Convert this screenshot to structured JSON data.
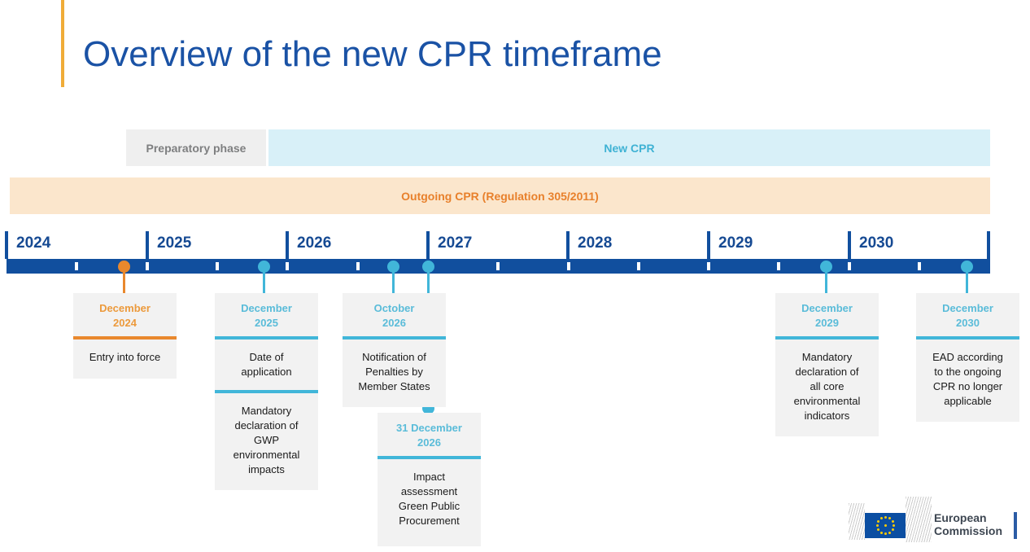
{
  "title": "Overview of the new CPR timeframe",
  "phases": {
    "preparatory": "Preparatory phase",
    "new_cpr": "New CPR",
    "outgoing": "Outgoing CPR (Regulation 305/2011)"
  },
  "timeline": {
    "years": [
      "2024",
      "2025",
      "2026",
      "2027",
      "2028",
      "2029",
      "2030"
    ],
    "events": [
      {
        "date": "December\n2024",
        "accent": "orange",
        "items": [
          "Entry into force"
        ]
      },
      {
        "date": "December\n2025",
        "accent": "cyan",
        "items": [
          "Date of\napplication",
          "Mandatory\ndeclaration of\nGWP\nenvironmental\nimpacts"
        ]
      },
      {
        "date": "October\n2026",
        "accent": "cyan",
        "items": [
          "Notification of\nPenalties by\nMember States"
        ]
      },
      {
        "date": "31 December\n2026",
        "accent": "cyan",
        "items": [
          "Impact\nassessment\nGreen Public\nProcurement"
        ]
      },
      {
        "date": "December\n2029",
        "accent": "cyan",
        "items": [
          "Mandatory\ndeclaration of\nall core\nenvironmental\nindicators"
        ]
      },
      {
        "date": "December\n2030",
        "accent": "cyan",
        "items": [
          "EAD according\nto the ongoing\nCPR no longer\napplicable"
        ]
      }
    ]
  },
  "colors": {
    "title_blue": "#1A52A5",
    "timeline_blue": "#114F9E",
    "cyan": "#41B6D9",
    "cyan_bg": "#D8F0F8",
    "orange": "#E9882D",
    "orange_bg": "#FBE6CC",
    "gray_bg": "#EFEFEF",
    "event_bg": "#F2F2F2",
    "accent_gold": "#F0AC38",
    "flag_blue": "#0B4EA2",
    "star_yellow": "#FFCC00"
  },
  "footer": {
    "logo_text": "European\nCommission"
  }
}
